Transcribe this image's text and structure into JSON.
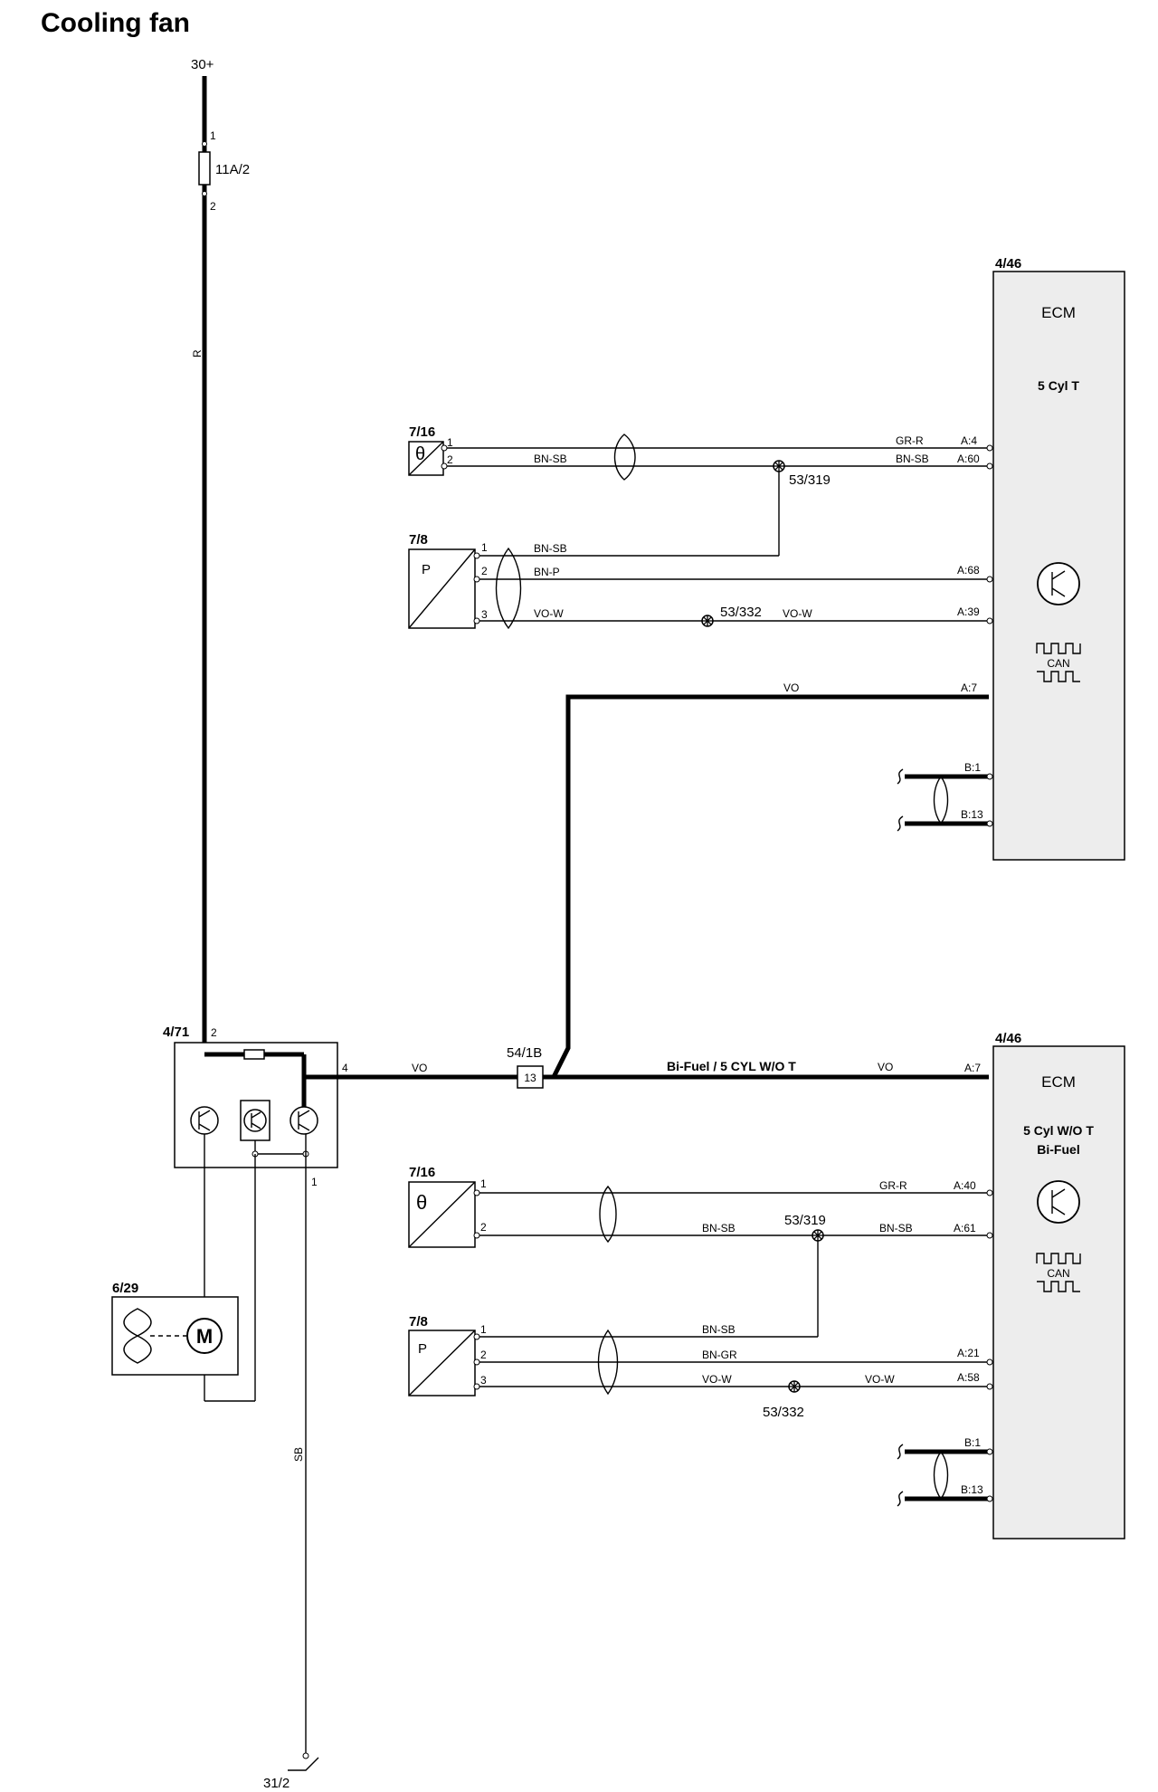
{
  "title": "Cooling fan",
  "supply": {
    "label": "30+",
    "wire": "R"
  },
  "fuse": {
    "label": "11A/2",
    "pin_in": "1",
    "pin_out": "2"
  },
  "ground": {
    "label": "31/2",
    "wire": "SB"
  },
  "relay_module": {
    "label": "4/71",
    "pin_supply": "2",
    "pin_out": "4",
    "pin_ground": "1"
  },
  "motor": {
    "label": "6/29",
    "symbol": "M"
  },
  "connector": {
    "label": "54/1B",
    "pin": "13",
    "variant": "Bi-Fuel / 5 CYL W/O T",
    "wire_left": "VO",
    "wire_right": "VO"
  },
  "ecm_top": {
    "id": "4/46",
    "name": "ECM",
    "variant": "5 Cyl T",
    "can_label": "CAN",
    "wire_vo": "VO",
    "pin_vo": "A:7",
    "pin_b1": "B:1",
    "pin_b13": "B:13"
  },
  "ecm_bottom": {
    "id": "4/46",
    "name": "ECM",
    "variant_1": "5 Cyl W/O T",
    "variant_2": "Bi-Fuel",
    "can_label": "CAN",
    "pin_vo": "A:7",
    "pin_b1": "B:1",
    "pin_b13": "B:13"
  },
  "temp_sensor_top": {
    "label": "7/16",
    "symbol": "θ",
    "pin1": "1",
    "pin2": "2",
    "wire1": "GR-R",
    "wire2": "BN-SB",
    "wire2_left": "BN-SB",
    "ecm_pin1": "A:4",
    "ecm_pin2": "A:60",
    "splice": "53/319"
  },
  "press_sensor_top": {
    "label": "7/8",
    "symbol": "P",
    "pin1": "1",
    "pin2": "2",
    "pin3": "3",
    "wire1": "BN-SB",
    "wire2": "BN-P",
    "wire3": "VO-W",
    "wire3_right": "VO-W",
    "ecm_pin2": "A:68",
    "ecm_pin3": "A:39",
    "splice": "53/332"
  },
  "temp_sensor_bottom": {
    "label": "7/16",
    "symbol": "θ",
    "pin1": "1",
    "pin2": "2",
    "wire1": "GR-R",
    "wire2_left": "BN-SB",
    "wire2_right": "BN-SB",
    "ecm_pin1": "A:40",
    "ecm_pin2": "A:61",
    "splice": "53/319"
  },
  "press_sensor_bottom": {
    "label": "7/8",
    "symbol": "P",
    "pin1": "1",
    "pin2": "2",
    "pin3": "3",
    "wire1": "BN-SB",
    "wire2": "BN-GR",
    "wire3_left": "VO-W",
    "wire3_right": "VO-W",
    "ecm_pin2": "A:21",
    "ecm_pin3": "A:58",
    "splice": "53/332"
  }
}
